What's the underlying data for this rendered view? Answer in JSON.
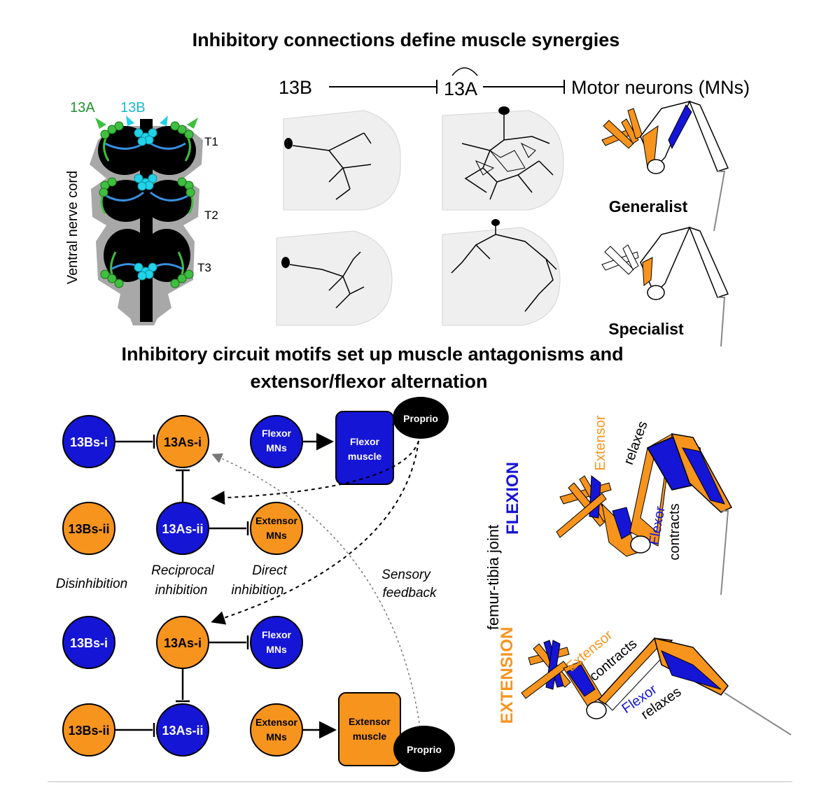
{
  "titles": {
    "top": "Inhibitory connections define muscle synergies",
    "bottom_line1": "Inhibitory circuit motifs set up muscle antagonisms and",
    "bottom_line2": "extensor/flexor alternation"
  },
  "vnc": {
    "label_13a": "13A",
    "label_13b": "13B",
    "side_label": "Ventral nerve cord",
    "segments": [
      "T1",
      "T2",
      "T3"
    ]
  },
  "pathway": {
    "n13b": "13B",
    "n13a": "13A",
    "mns": "Motor neurons (MNs)"
  },
  "leg_labels": {
    "generalist": "Generalist",
    "specialist": "Specialist"
  },
  "circuit_top": {
    "n1": "13Bs-i",
    "n2": "13As-i",
    "n3": "13Bs-ii",
    "n4": "13As-ii",
    "flexor_mns_l1": "Flexor",
    "flexor_mns_l2": "MNs",
    "flexor_muscle_l1": "Flexor",
    "flexor_muscle_l2": "muscle",
    "proprio": "Proprio",
    "extensor_mns_l1": "Extensor",
    "extensor_mns_l2": "MNs"
  },
  "motif_labels": {
    "disinhibition": "Disinhibition",
    "reciprocal_l1": "Reciprocal",
    "reciprocal_l2": "inhibition",
    "direct_l1": "Direct",
    "direct_l2": "inhibition",
    "sensory_l1": "Sensory",
    "sensory_l2": "feedback"
  },
  "circuit_bottom": {
    "n1": "13Bs-i",
    "n2": "13As-i",
    "n3": "13Bs-ii",
    "n4": "13As-ii",
    "flexor_mns_l1": "Flexor",
    "flexor_mns_l2": "MNs",
    "extensor_mns_l1": "Extensor",
    "extensor_mns_l2": "MNs",
    "extensor_muscle_l1": "Extensor",
    "extensor_muscle_l2": "muscle",
    "proprio": "Proprio"
  },
  "joint": {
    "axis_label": "femur-tibia joint",
    "flexion": "FLEXION",
    "extension": "EXTENSION",
    "flex_extensor": "Extensor",
    "flex_relaxes": "relaxes",
    "flex_flexor": "Flexor",
    "flex_contracts": "contracts",
    "ext_extensor": "Extensor",
    "ext_contracts": "contracts",
    "ext_flexor": "Flexor",
    "ext_relaxes": "relaxes"
  },
  "colors": {
    "orange": "#f7941d",
    "blue": "#1515d6",
    "green": "#3fbf3f",
    "cyan": "#22d3e8",
    "gray": "#9e9e9e",
    "black": "#000000"
  }
}
